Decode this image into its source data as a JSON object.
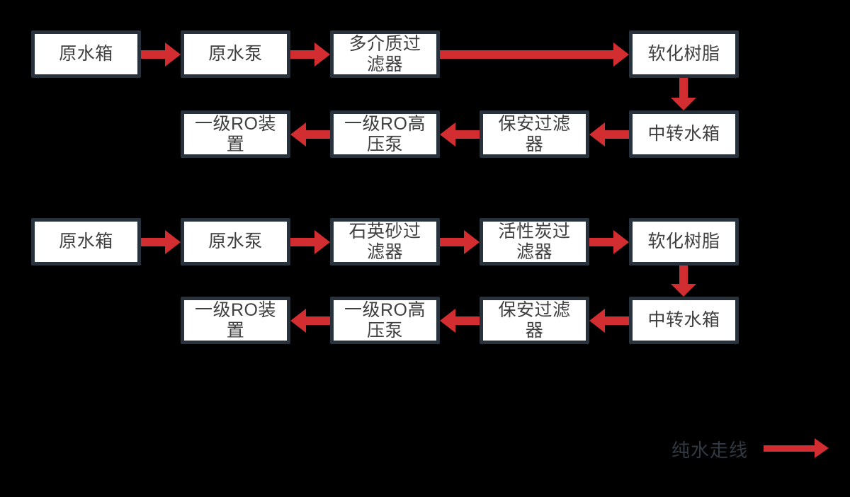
{
  "palette": {
    "background": "#000000",
    "box_fill": "#ffffff",
    "box_border": "#28323c",
    "box_text": "#404040",
    "arrow_red": "#d22d30",
    "legend_text": "#323943"
  },
  "flow1": {
    "row1": {
      "b1": "原水箱",
      "b2": "原水泵",
      "b3": "多介质过\n滤器",
      "b4": "软化树脂"
    },
    "row2": {
      "b1": "一级RO装\n置",
      "b2": "一级RO高\n压泵",
      "b3": "保安过滤\n器",
      "b4": "中转水箱"
    }
  },
  "flow2": {
    "row1": {
      "b1": "原水箱",
      "b2": "原水泵",
      "b3": "石英砂过\n滤器",
      "b4": "活性炭过\n滤器",
      "b5": "软化树脂"
    },
    "row2": {
      "b1": "一级RO装\n置",
      "b2": "一级RO高\n压泵",
      "b3": "保安过滤\n器",
      "b4": "中转水箱"
    }
  },
  "legend": {
    "label": "纯水走线"
  }
}
